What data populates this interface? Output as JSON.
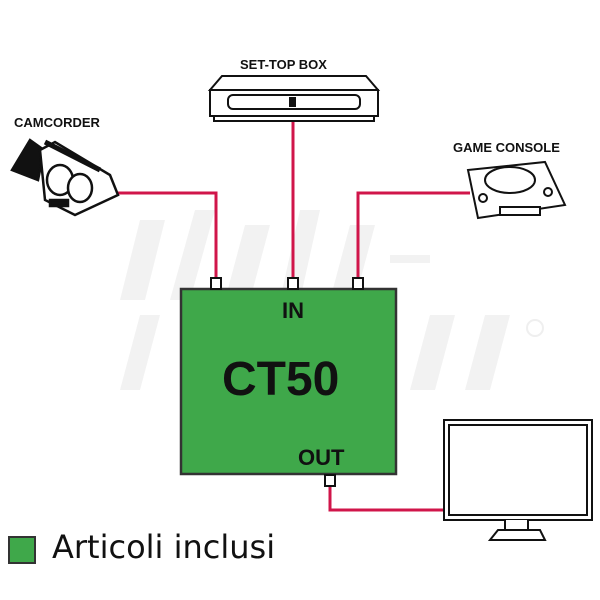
{
  "devices": {
    "set_top_box": "SET-TOP BOX",
    "camcorder": "CAMCORDER",
    "game_console": "GAME CONSOLE"
  },
  "switch_box": {
    "model": "CT50",
    "in_label": "IN",
    "out_label": "OUT"
  },
  "legend": {
    "label": "Articoli inclusi"
  },
  "watermark": "alpha elettronica ®",
  "colors": {
    "box_green": "#3fa84a",
    "wire": "#d0154a"
  }
}
